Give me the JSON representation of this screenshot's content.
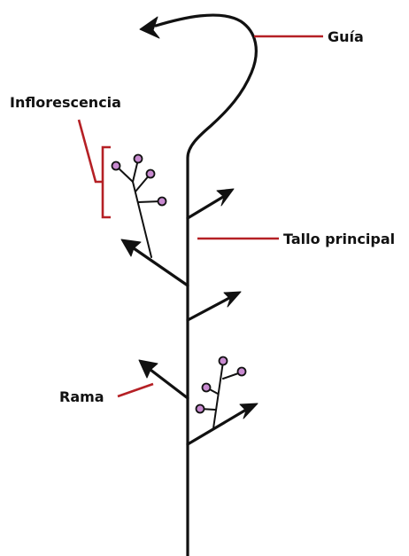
{
  "labels": {
    "guide": "Guía",
    "inflorescence": "Inflorescencia",
    "main_stem": "Tallo principal",
    "branch": "Rama"
  },
  "colors": {
    "stem": "#111111",
    "leader_lines": "#b52025",
    "flowers": "#c88ad0",
    "background": "#ffffff"
  }
}
